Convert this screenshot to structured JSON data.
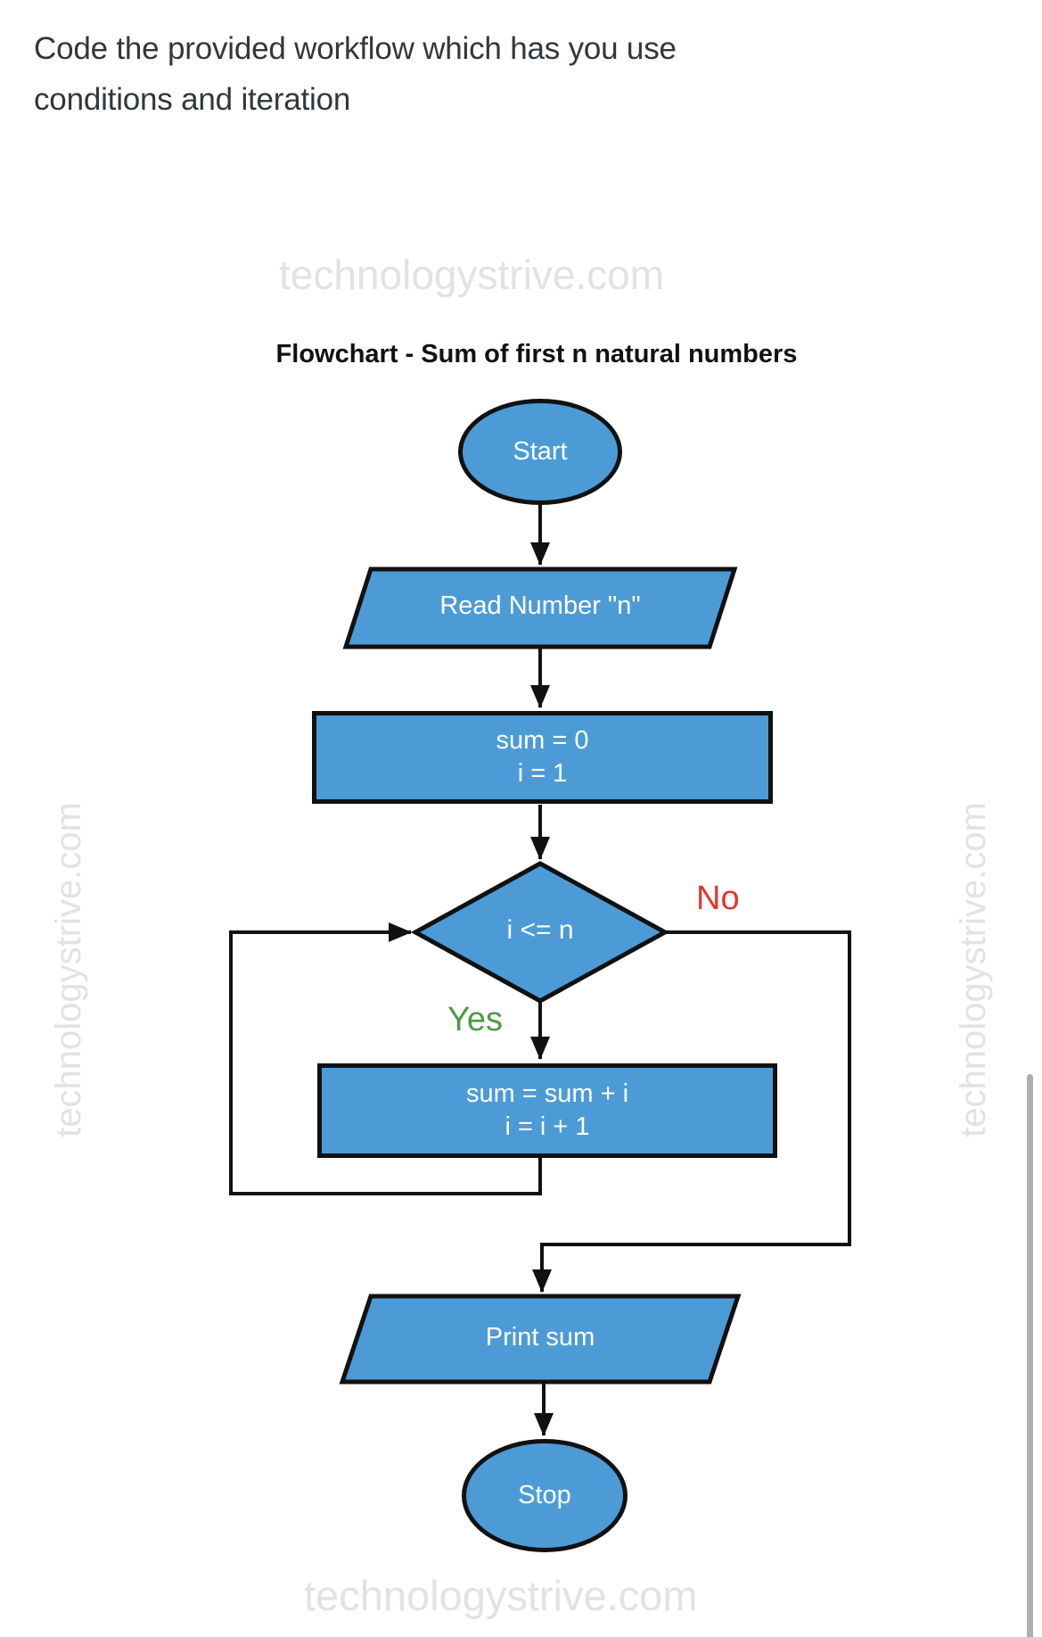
{
  "question": {
    "line1": "Code the provided workflow which has you use",
    "line2": "conditions and iteration"
  },
  "watermarks": {
    "top": "technologystrive.com",
    "bottom": "technologystrive.com",
    "left": "technologystrive.com",
    "right": "technologystrive.com"
  },
  "flowchart": {
    "title": "Flowchart - Sum of first n natural numbers",
    "nodes": {
      "start": {
        "type": "terminator",
        "label": "Start"
      },
      "read": {
        "type": "input-output",
        "label": "Read Number \"n\""
      },
      "init": {
        "type": "process",
        "line1": "sum = 0",
        "line2": "i = 1"
      },
      "decision": {
        "type": "decision",
        "label": "i <= n"
      },
      "accumulate": {
        "type": "process",
        "line1": "sum = sum + i",
        "line2": "i = i + 1"
      },
      "print": {
        "type": "input-output",
        "label": "Print sum"
      },
      "stop": {
        "type": "terminator",
        "label": "Stop"
      }
    },
    "branch_labels": {
      "yes": "Yes",
      "no": "No"
    },
    "colors": {
      "node_fill": "#4d9bd6",
      "node_stroke": "#111111",
      "connector": "#111111",
      "yes_label": "#4e9a47",
      "no_label": "#e53530",
      "watermark": "#e2e2e2",
      "node_text": "#ffffff",
      "scrollbar": "#afafaf"
    }
  }
}
